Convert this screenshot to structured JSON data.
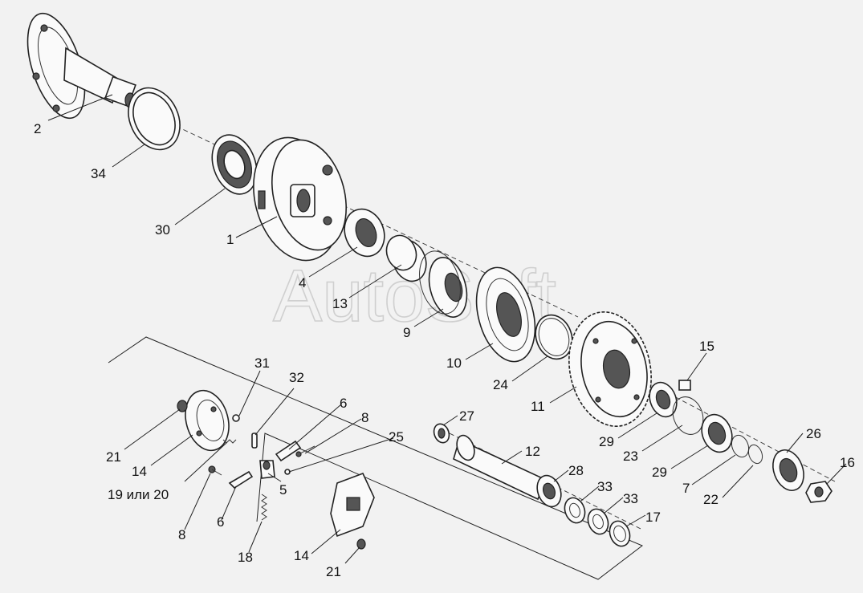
{
  "watermark": "AutoSoft",
  "callouts": [
    {
      "id": "c-2",
      "text": "2"
    },
    {
      "id": "c-34",
      "text": "34"
    },
    {
      "id": "c-30",
      "text": "30"
    },
    {
      "id": "c-1",
      "text": "1"
    },
    {
      "id": "c-4",
      "text": "4"
    },
    {
      "id": "c-13",
      "text": "13"
    },
    {
      "id": "c-9",
      "text": "9"
    },
    {
      "id": "c-10",
      "text": "10"
    },
    {
      "id": "c-24",
      "text": "24"
    },
    {
      "id": "c-11",
      "text": "11"
    },
    {
      "id": "c-15",
      "text": "15"
    },
    {
      "id": "c-29a",
      "text": "29"
    },
    {
      "id": "c-23",
      "text": "23"
    },
    {
      "id": "c-29b",
      "text": "29"
    },
    {
      "id": "c-26",
      "text": "26"
    },
    {
      "id": "c-16",
      "text": "16"
    },
    {
      "id": "c-7",
      "text": "7"
    },
    {
      "id": "c-22",
      "text": "22"
    },
    {
      "id": "c-27",
      "text": "27"
    },
    {
      "id": "c-12",
      "text": "12"
    },
    {
      "id": "c-28",
      "text": "28"
    },
    {
      "id": "c-33a",
      "text": "33"
    },
    {
      "id": "c-33b",
      "text": "33"
    },
    {
      "id": "c-17",
      "text": "17"
    },
    {
      "id": "c-31",
      "text": "31"
    },
    {
      "id": "c-32",
      "text": "32"
    },
    {
      "id": "c-6a",
      "text": "6"
    },
    {
      "id": "c-8a",
      "text": "8"
    },
    {
      "id": "c-25",
      "text": "25"
    },
    {
      "id": "c-21a",
      "text": "21"
    },
    {
      "id": "c-14a",
      "text": "14"
    },
    {
      "id": "c-19",
      "text": "19 или 20"
    },
    {
      "id": "c-5",
      "text": "5"
    },
    {
      "id": "c-8b",
      "text": "8"
    },
    {
      "id": "c-6b",
      "text": "6"
    },
    {
      "id": "c-18",
      "text": "18"
    },
    {
      "id": "c-14b",
      "text": "14"
    },
    {
      "id": "c-21b",
      "text": "21"
    }
  ]
}
